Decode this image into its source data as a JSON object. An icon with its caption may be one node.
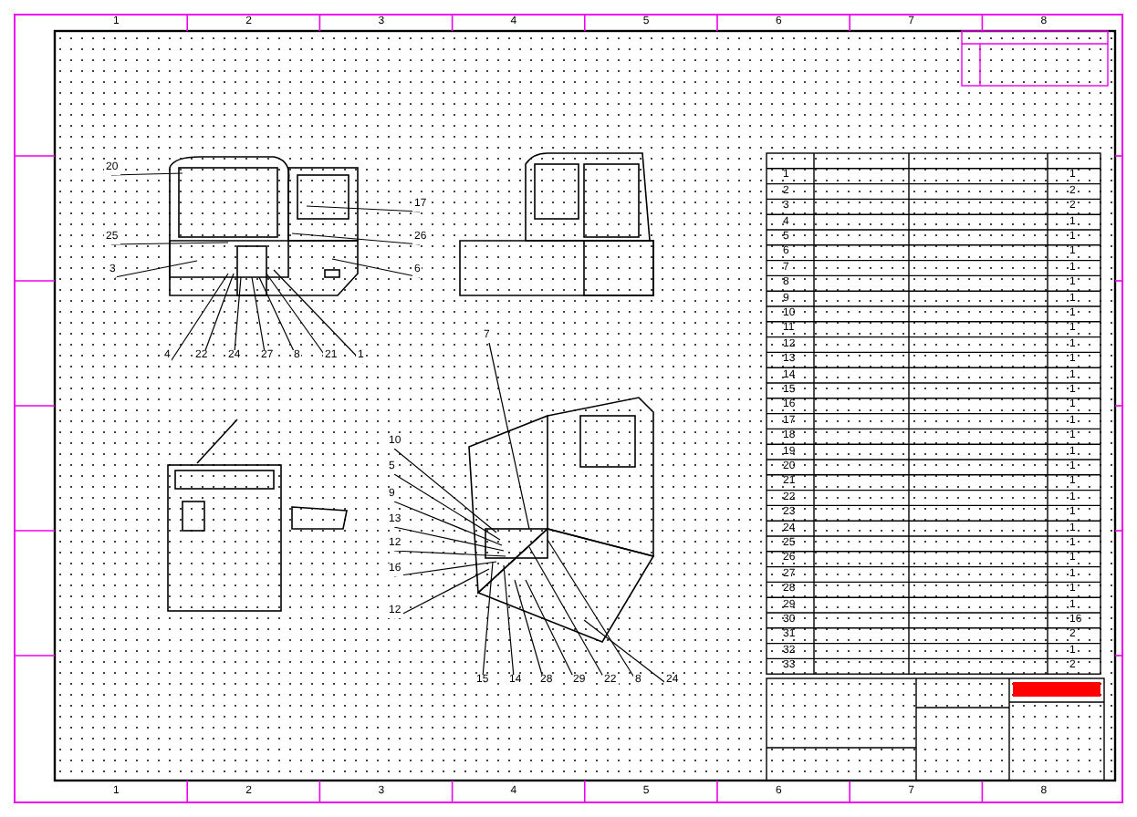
{
  "diagram": {
    "nodes": [
      {
        "text": [
          "20"
        ]
      },
      {
        "text": [
          "25"
        ]
      },
      {
        "text": [
          "3"
        ]
      },
      {
        "text": [
          "17"
        ]
      },
      {
        "text": [
          "26"
        ]
      },
      {
        "text": [
          "6"
        ]
      },
      {
        "text": [
          "4"
        ]
      },
      {
        "text": [
          "22"
        ]
      },
      {
        "text": [
          "24"
        ]
      },
      {
        "text": [
          "27"
        ]
      },
      {
        "text": [
          "8"
        ]
      },
      {
        "text": [
          "21"
        ]
      },
      {
        "text": [
          "1"
        ]
      },
      {
        "text": [
          "7"
        ]
      },
      {
        "text": [
          "10"
        ]
      },
      {
        "text": [
          "5"
        ]
      },
      {
        "text": [
          "9"
        ]
      },
      {
        "text": [
          "13"
        ]
      },
      {
        "text": [
          "12"
        ]
      },
      {
        "text": [
          "16"
        ]
      },
      {
        "text": [
          "12"
        ]
      },
      {
        "text": [
          "15"
        ]
      },
      {
        "text": [
          "14"
        ]
      },
      {
        "text": [
          "28"
        ]
      },
      {
        "text": [
          "29"
        ]
      },
      {
        "text": [
          "22"
        ]
      },
      {
        "text": [
          "8"
        ]
      },
      {
        "text": [
          "24"
        ]
      }
    ],
    "edges": [
      {
        "from": 0,
        "to": null,
        "arrow": "none"
      },
      {
        "from": 1,
        "to": null,
        "arrow": "none"
      },
      {
        "from": 2,
        "to": null,
        "arrow": "none"
      },
      {
        "from": 3,
        "to": null,
        "arrow": "none"
      },
      {
        "from": 4,
        "to": null,
        "arrow": "none"
      },
      {
        "from": 5,
        "to": null,
        "arrow": "none"
      },
      {
        "from": 6,
        "to": null,
        "arrow": "none"
      },
      {
        "from": 7,
        "to": null,
        "arrow": "none"
      },
      {
        "from": 8,
        "to": null,
        "arrow": "none"
      },
      {
        "from": 9,
        "to": null,
        "arrow": "none"
      },
      {
        "from": 10,
        "to": null,
        "arrow": "none"
      },
      {
        "from": 11,
        "to": null,
        "arrow": "none"
      },
      {
        "from": 12,
        "to": null,
        "arrow": "none"
      },
      {
        "from": 13,
        "to": null,
        "arrow": "none"
      },
      {
        "from": 14,
        "to": null,
        "arrow": "none"
      },
      {
        "from": 15,
        "to": null,
        "arrow": "none"
      },
      {
        "from": 16,
        "to": null,
        "arrow": "none"
      },
      {
        "from": 17,
        "to": null,
        "arrow": "none"
      },
      {
        "from": 18,
        "to": null,
        "arrow": "none"
      },
      {
        "from": 19,
        "to": null,
        "arrow": "none"
      },
      {
        "from": 20,
        "to": null,
        "arrow": "none"
      },
      {
        "from": 21,
        "to": null,
        "arrow": "none"
      },
      {
        "from": 22,
        "to": null,
        "arrow": "none"
      },
      {
        "from": 23,
        "to": null,
        "arrow": "none"
      },
      {
        "from": 24,
        "to": null,
        "arrow": "none"
      },
      {
        "from": 25,
        "to": null,
        "arrow": "none"
      },
      {
        "from": 26,
        "to": null,
        "arrow": "none"
      },
      {
        "from": 27,
        "to": null,
        "arrow": "none"
      }
    ],
    "labels": [
      "1",
      "2",
      "3",
      "4",
      "5",
      "6",
      "7",
      "8",
      "1",
      "1",
      "2",
      "2",
      "3",
      "2",
      "4",
      "1",
      "5",
      "1",
      "6",
      "1",
      "7",
      "1",
      "8",
      "1",
      "9",
      "1",
      "10",
      "1",
      "11",
      "1",
      "12",
      "1",
      "13",
      "1",
      "14",
      "1",
      "15",
      "1",
      "16",
      "1",
      "17",
      "1",
      "18",
      "1",
      "19",
      "1",
      "20",
      "1",
      "21",
      "1",
      "22",
      "1",
      "23",
      "1",
      "24",
      "1",
      "25",
      "1",
      "26",
      "1",
      "27",
      "1",
      "28",
      "1",
      "29",
      "1",
      "30",
      "16",
      "31",
      "2",
      "32",
      "1",
      "33",
      "2",
      "1",
      "2",
      "3",
      "4",
      "5",
      "6",
      "7",
      "8"
    ]
  }
}
